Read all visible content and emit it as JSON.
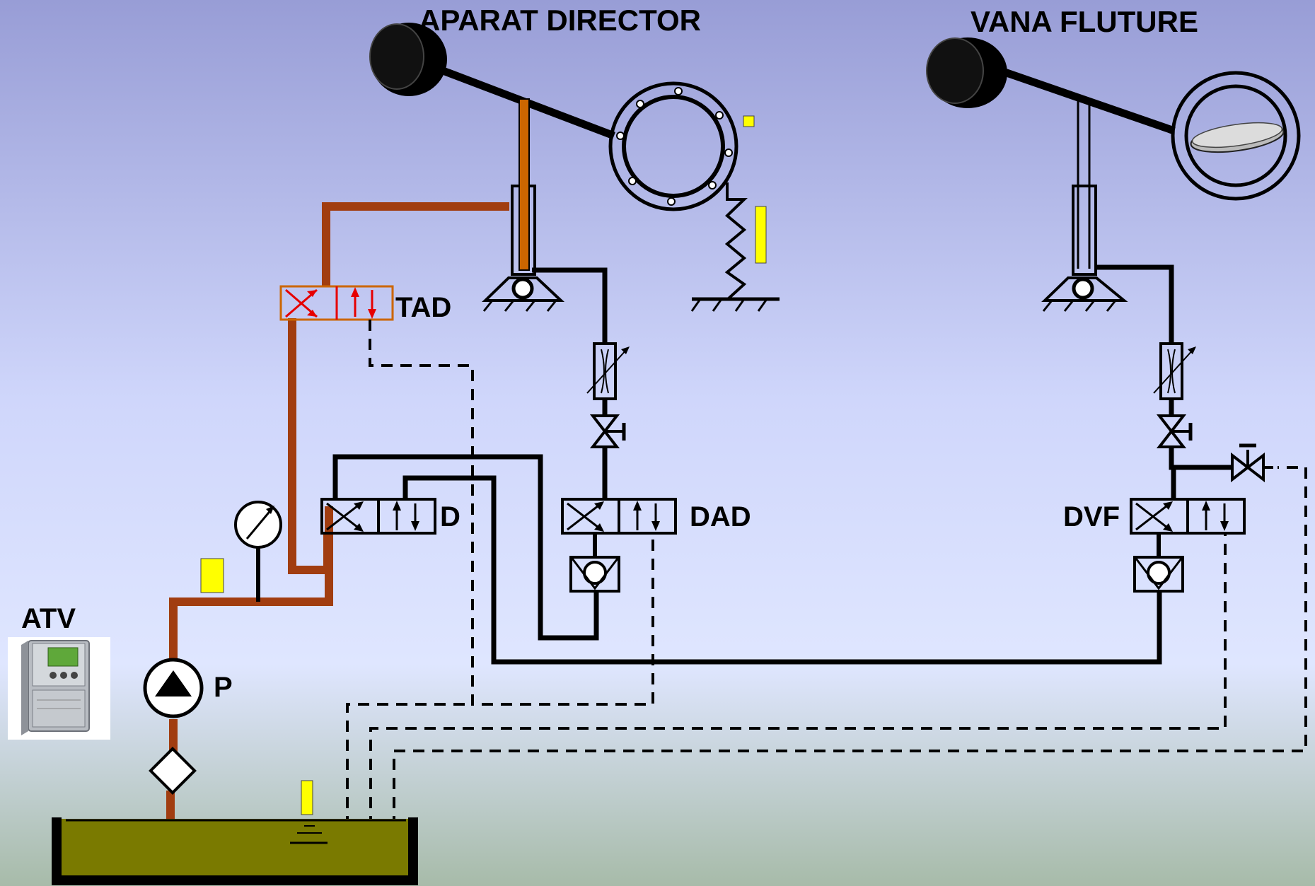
{
  "titles": {
    "aparat_director": "APARAT DIRECTOR",
    "vana_fluture": "VANA FLUTURE"
  },
  "labels": {
    "tad": "TAD",
    "d": "D",
    "dad": "DAD",
    "dvf": "DVF",
    "atv": "ATV",
    "p": "P"
  },
  "colors": {
    "background_top": "#9ba0d8",
    "background_mid": "#dfe6ff",
    "background_bottom": "#a9bfae",
    "pressure_line": "#a13d10",
    "servo_rod": "#cc6600",
    "valve_tad": "#e60000",
    "indicator": "#ffff00",
    "tank_oil": "#7a7a00"
  }
}
